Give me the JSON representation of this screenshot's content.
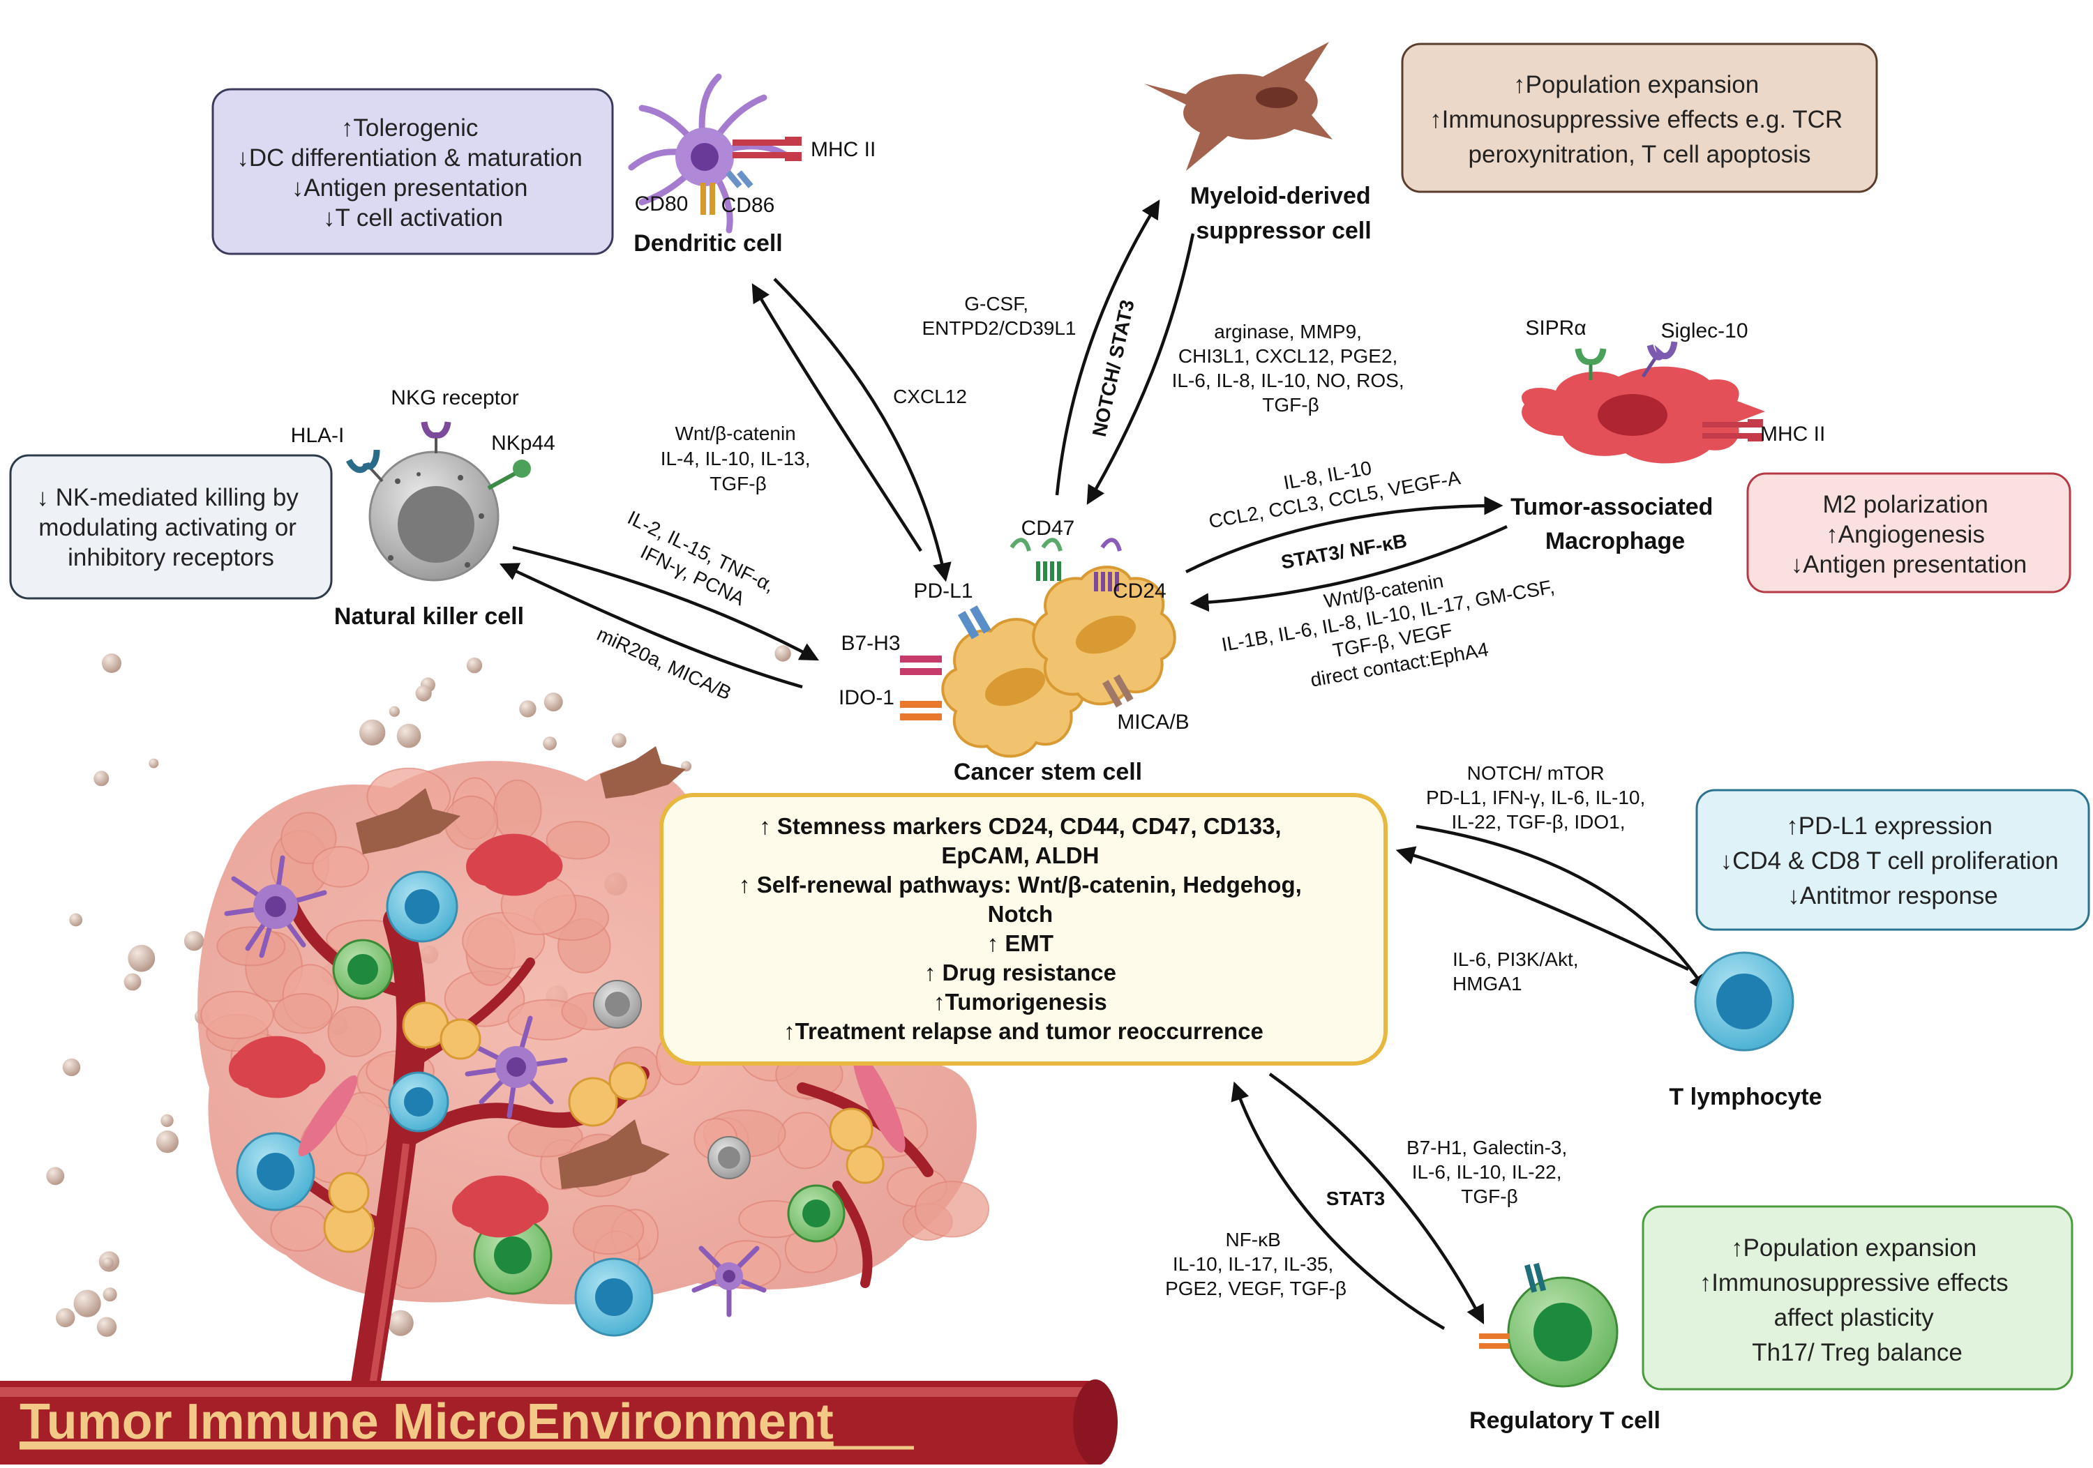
{
  "title": "Tumor Immune MicroEnvironment",
  "central_cell": "Cancer stem cell",
  "central_box": {
    "lines": [
      "↑ Stemness markers CD24, CD44, CD47, CD133,",
      "EpCAM, ALDH",
      "↑ Self-renewal pathways: Wnt/β-catenin, Hedgehog,",
      "Notch",
      "↑ EMT",
      "↑ Drug resistance",
      "↑Tumorigenesis",
      "↑Treatment relapse and tumor reoccurrence"
    ],
    "border_color": "#e8b740",
    "fill_color": "#fffbea"
  },
  "csc_markers": [
    "CD47",
    "CD24",
    "PD-L1",
    "B7-H3",
    "IDO-1",
    "MICA/B"
  ],
  "cells": {
    "dendritic": {
      "name": "Dendritic cell",
      "receptors": [
        "MHC II",
        "CD80",
        "CD86"
      ],
      "box": [
        "↑Tolerogenic",
        "↓DC differentiation & maturation",
        "↓Antigen presentation",
        "↓T cell activation"
      ],
      "box_fill": "#dcd9f3",
      "box_border": "#3a3a5a"
    },
    "mdsc": {
      "name_lines": [
        "Myeloid-derived",
        "suppressor cell"
      ],
      "box": [
        "↑Population expansion",
        "↑Immunosuppressive effects e.g. TCR",
        "peroxynitration, T cell apoptosis"
      ],
      "box_fill": "#ecd8c8",
      "box_border": "#5a3d2d"
    },
    "nk": {
      "name": "Natural killer cell",
      "receptors": [
        "NKG receptor",
        "HLA-I",
        "NKp44"
      ],
      "box": [
        "↓ NK-mediated killing by",
        "modulating activating or",
        "inhibitory receptors"
      ],
      "box_fill": "#eef2f7",
      "box_border": "#2d3a4a"
    },
    "tam": {
      "name_lines": [
        "Tumor-associated",
        "Macrophage"
      ],
      "receptors": [
        "SIPRα",
        "Siglec-10",
        "MHC II"
      ],
      "box": [
        "M2 polarization",
        "↑Angiogenesis",
        "↓Antigen presentation"
      ],
      "box_fill": "#fbe0e0",
      "box_border": "#b63a44"
    },
    "t_lymphocyte": {
      "name": "T lymphocyte",
      "box": [
        "↑PD-L1 expression",
        "↓CD4 & CD8 T cell proliferation",
        "↓Antitmor response"
      ],
      "box_fill": "#dff2f8",
      "box_border": "#2a7390"
    },
    "treg": {
      "name": "Regulatory T cell",
      "box": [
        "↑Population expansion",
        "↑Immunosuppressive effects",
        "affect plasticity",
        "Th17/ Treg balance"
      ],
      "box_fill": "#e1f3dc",
      "box_border": "#4a9a3e"
    }
  },
  "signals": {
    "dc_to_csc": [
      "CXCL12"
    ],
    "csc_to_dc": [
      "Wnt/β-catenin",
      "IL-4, IL-10, IL-13,",
      "TGF-β"
    ],
    "csc_to_mdsc": [
      "G-CSF,",
      "ENTPD2/CD39L1"
    ],
    "mdsc_pathway": "NOTCH/ STAT3",
    "mdsc_to_csc": [
      "arginase, MMP9,",
      "CHI3L1, CXCL12, PGE2,",
      "IL-6, IL-8, IL-10, NO, ROS,",
      "TGF-β"
    ],
    "nk_to_csc": [
      "IL-2, IL-15, TNF-α,",
      "IFN-γ, PCNA"
    ],
    "csc_to_nk": [
      "miR20a, MICA/B"
    ],
    "csc_to_tam": [
      "IL-8, IL-10",
      "CCL2, CCL3, CCL5, VEGF-A"
    ],
    "tam_pathway": "STAT3/ NF-κB",
    "tam_to_csc": [
      "Wnt/β-catenin",
      "IL-1B, IL-6, IL-8, IL-10, IL-17, GM-CSF,",
      "TGF-β, VEGF",
      "direct contact:EphA4"
    ],
    "csc_to_t": [
      "NOTCH/ mTOR",
      "PD-L1, IFN-γ, IL-6, IL-10,",
      "IL-22, TGF-β, IDO1,"
    ],
    "t_to_csc": [
      "IL-6, PI3K/Akt,",
      "HMGA1"
    ],
    "csc_to_treg": [
      "B7-H1, Galectin-3,",
      "IL-6, IL-10, IL-22,",
      "TGF-β"
    ],
    "treg_pathway": "STAT3",
    "treg_to_csc": [
      "NF-κB",
      "IL-10, IL-17,  IL-35,",
      "PGE2, VEGF, TGF-β"
    ]
  }
}
